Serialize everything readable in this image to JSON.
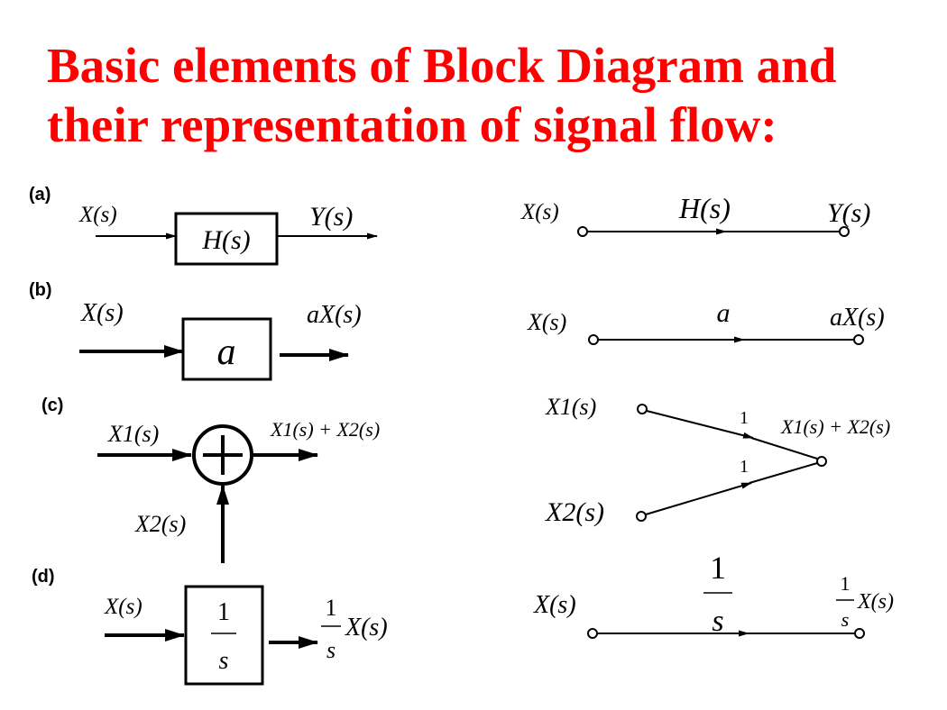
{
  "title": {
    "line1": "Basic elements of Block Diagram and",
    "line2": "their representation of signal flow:"
  },
  "diagram_a": {
    "label": "(a)",
    "input": "X(s)",
    "block": "H(s)",
    "output": "Y(s)",
    "sfg_input": "X(s)",
    "sfg_gain": "H(s)",
    "sfg_output": "Y(s)"
  },
  "diagram_b": {
    "label": "(b)",
    "input": "X(s)",
    "block": "a",
    "output": "aX(s)",
    "sfg_input": "X(s)",
    "sfg_gain": "a",
    "sfg_output": "aX(s)"
  },
  "diagram_c": {
    "label": "(c)",
    "input1": "X1(s)",
    "input2": "X2(s)",
    "output": "X1(s) + X2(s)",
    "sfg_input1": "X1(s)",
    "sfg_input2": "X2(s)",
    "sfg_gain1": "1",
    "sfg_gain2": "1",
    "sfg_output": "X1(s) + X2(s)"
  },
  "diagram_d": {
    "label": "(d)",
    "input": "X(s)",
    "block_num": "1",
    "block_den": "s",
    "output_num": "1",
    "output_den": "s",
    "output_var": "X(s)",
    "sfg_input": "X(s)",
    "sfg_gain_num": "1",
    "sfg_gain_den": "s",
    "sfg_output_num": "1",
    "sfg_output_den": "s",
    "sfg_output_var": "X(s)"
  },
  "symbols": {
    "summer": "plus-in-circle"
  }
}
